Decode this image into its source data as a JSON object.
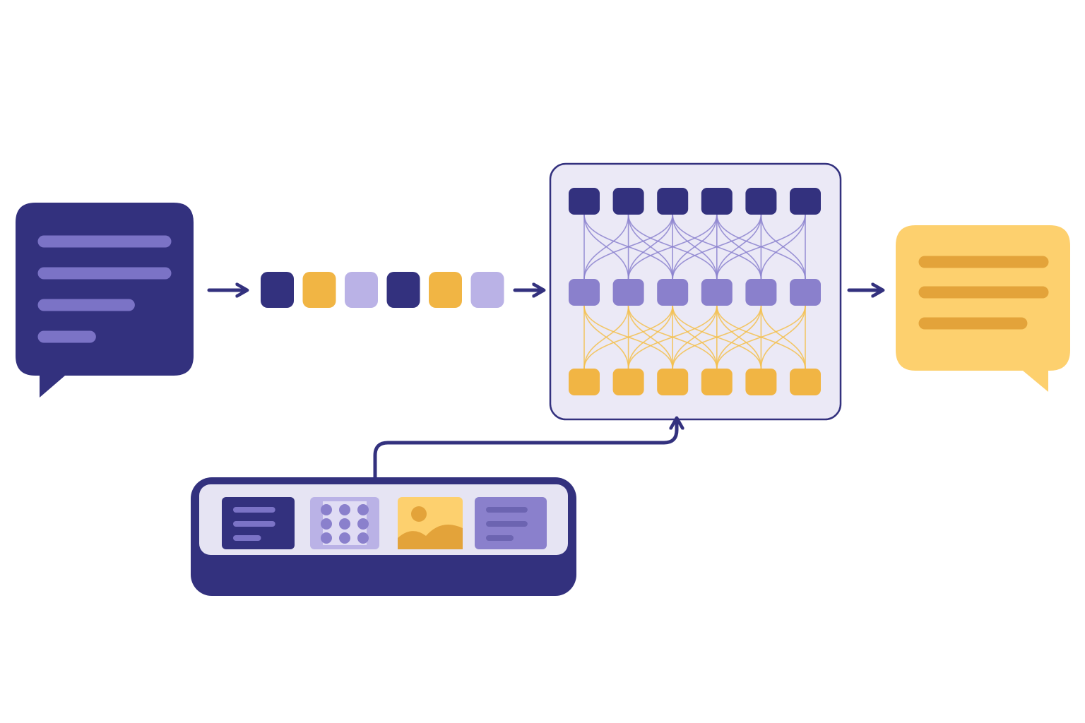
{
  "colors": {
    "navy": "#33317e",
    "purple": "#8a80cc",
    "lavender": "#bab2e6",
    "panel_bg": "#ebe9f6",
    "yellow": "#f1b544",
    "light_yellow": "#fdd06e",
    "dark_yellow": "#e3a33a",
    "text_line_on_navy": "#7b73c6",
    "edge_purple": "#8c83cf",
    "edge_yellow": "#f3bf4e"
  },
  "input_bubble": {
    "icon": "chat-bubble-icon",
    "text_line_fractions": [
      1.0,
      1.0,
      0.7,
      0.38
    ]
  },
  "token_sequence": {
    "tokens": [
      "navy",
      "yellow",
      "lavender",
      "navy",
      "yellow",
      "lavender"
    ]
  },
  "network": {
    "layers": [
      {
        "color": "navy",
        "nodes": 6
      },
      {
        "color": "purple",
        "nodes": 6
      },
      {
        "color": "yellow",
        "nodes": 6
      }
    ],
    "connection_offsets": [
      -2,
      -1,
      0,
      1,
      2
    ]
  },
  "output_bubble": {
    "icon": "chat-bubble-icon",
    "text_line_fractions": [
      1.0,
      1.0,
      0.82
    ]
  },
  "knowledge_tray": {
    "cards": [
      {
        "kind": "document",
        "icon": "document-icon",
        "color": "navy"
      },
      {
        "kind": "grid",
        "icon": "grid-dots-icon",
        "color": "lavender"
      },
      {
        "kind": "image",
        "icon": "image-icon",
        "color": "light_yellow"
      },
      {
        "kind": "document",
        "icon": "document-icon",
        "color": "purple"
      }
    ]
  }
}
